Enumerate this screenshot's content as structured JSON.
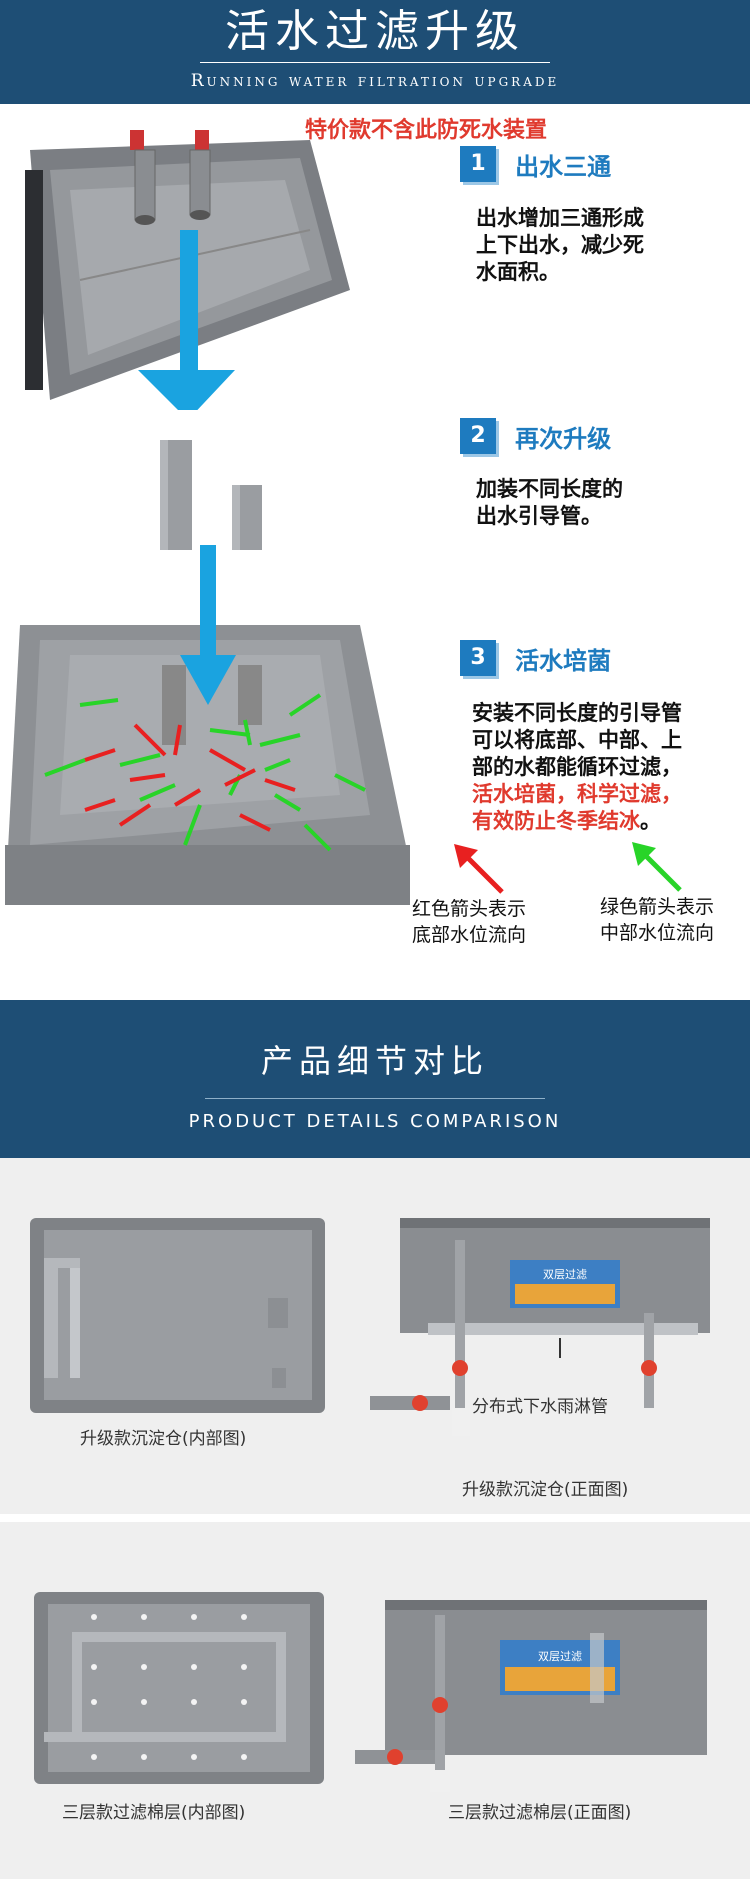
{
  "header": {
    "title": "活水过滤升级",
    "subtitle": "Running water filtration upgrade"
  },
  "notice": "特价款不含此防死水装置",
  "steps": [
    {
      "num": "1",
      "title": "出水三通",
      "desc": [
        "出水增加三通形成",
        "上下出水，减少死",
        "水面积。"
      ]
    },
    {
      "num": "2",
      "title": "再次升级",
      "desc": [
        "加装不同长度的",
        "出水引导管。"
      ]
    },
    {
      "num": "3",
      "title": "活水培菌",
      "desc": [
        "安装不同长度的引导管",
        "可以将底部、中部、上",
        "部的水都能循环过滤，"
      ],
      "desc_red": [
        "活水培菌，科学过滤，",
        "有效防止冬季结冰"
      ],
      "desc_end": "。"
    }
  ],
  "legend": {
    "red": [
      "红色箭头表示",
      "底部水位流向"
    ],
    "green": [
      "绿色箭头表示",
      "中部水位流向"
    ]
  },
  "section2": {
    "title": "产品细节对比",
    "subtitle": "PRODUCT DETAILS COMPARISON"
  },
  "compare": {
    "img1_caption": "升级款沉淀仓(内部图)",
    "img2_label": "分布式下水雨淋管",
    "img2_caption": "升级款沉淀仓(正面图)",
    "img2_poster": "双层过滤",
    "img3_caption": "三层款过滤棉层(内部图)",
    "img4_caption": "三层款过滤棉层(正面图)",
    "img4_poster": "双层过滤"
  },
  "colors": {
    "brand": "#1e4e75",
    "accent": "#1e7bbf",
    "warn": "#e03a2e",
    "arrow_blue": "#1aa3e0",
    "arrow_red": "#e82020",
    "arrow_green": "#28d428"
  }
}
